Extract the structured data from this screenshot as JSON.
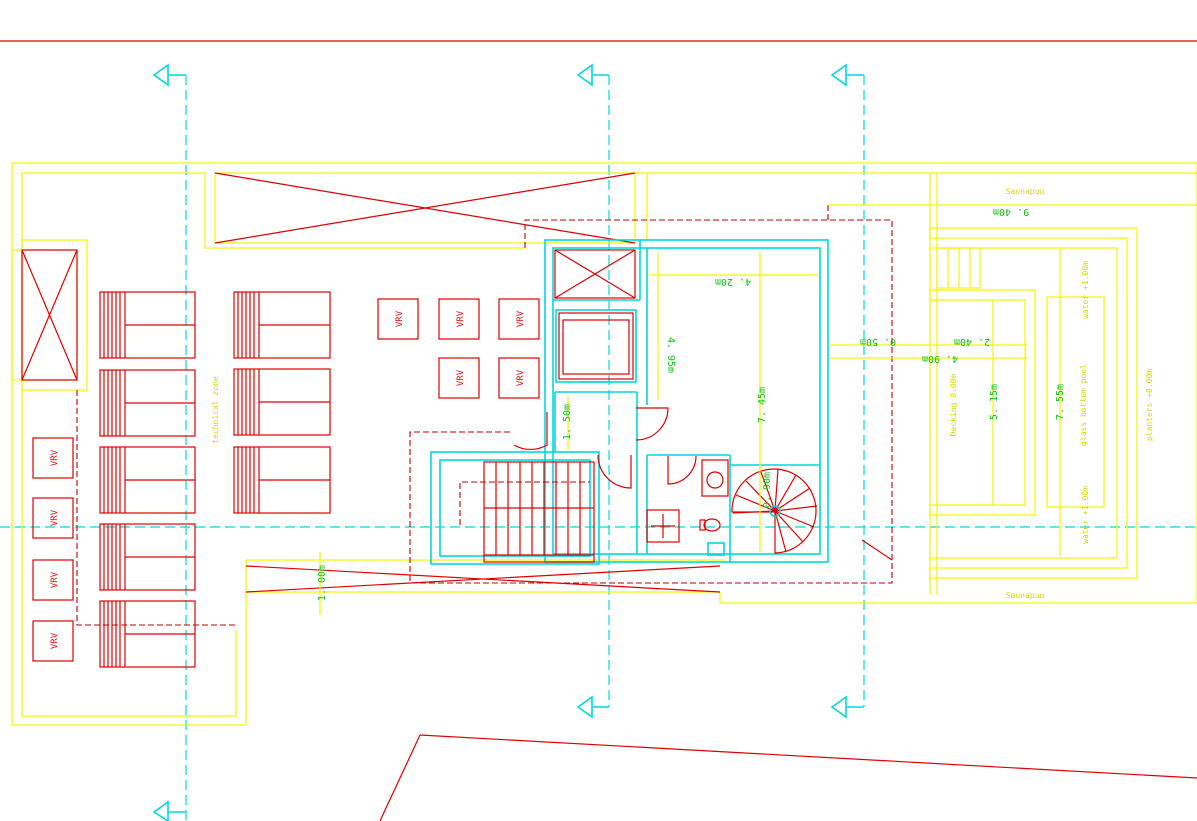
{
  "drawing": {
    "colors": {
      "background": "#ffffff",
      "wall_lines": "#f5f500",
      "structure_lines": "#e00000",
      "interior_walls": "#00d8e0",
      "dimensions": "#22cc22"
    },
    "labels": {
      "technical_zone": "technical zone",
      "vrv": "VRV",
      "decking": "Decking\n0.00m",
      "glass_bottom_pool": "glass bottom pool",
      "water_top": "water +1.00m",
      "water_bottom": "water +1.00m",
      "sofa_left": "Saunapuu",
      "sofa_right": "Saunapuu",
      "planter": "planters\n+0.00m"
    },
    "dimensions": {
      "d_940": "9. 40m",
      "d_420": "4. 20m",
      "d_495": "4. 95m",
      "d_745": "7. 45m",
      "d_150": "1. 50m",
      "d_090": "0. 90m",
      "d_100": "1. 00m",
      "d_050": "0. 50m",
      "d_240": "2. 40m",
      "d_490": "4. 90m",
      "d_515": "5. 15m",
      "d_755": "7. 55m"
    }
  }
}
